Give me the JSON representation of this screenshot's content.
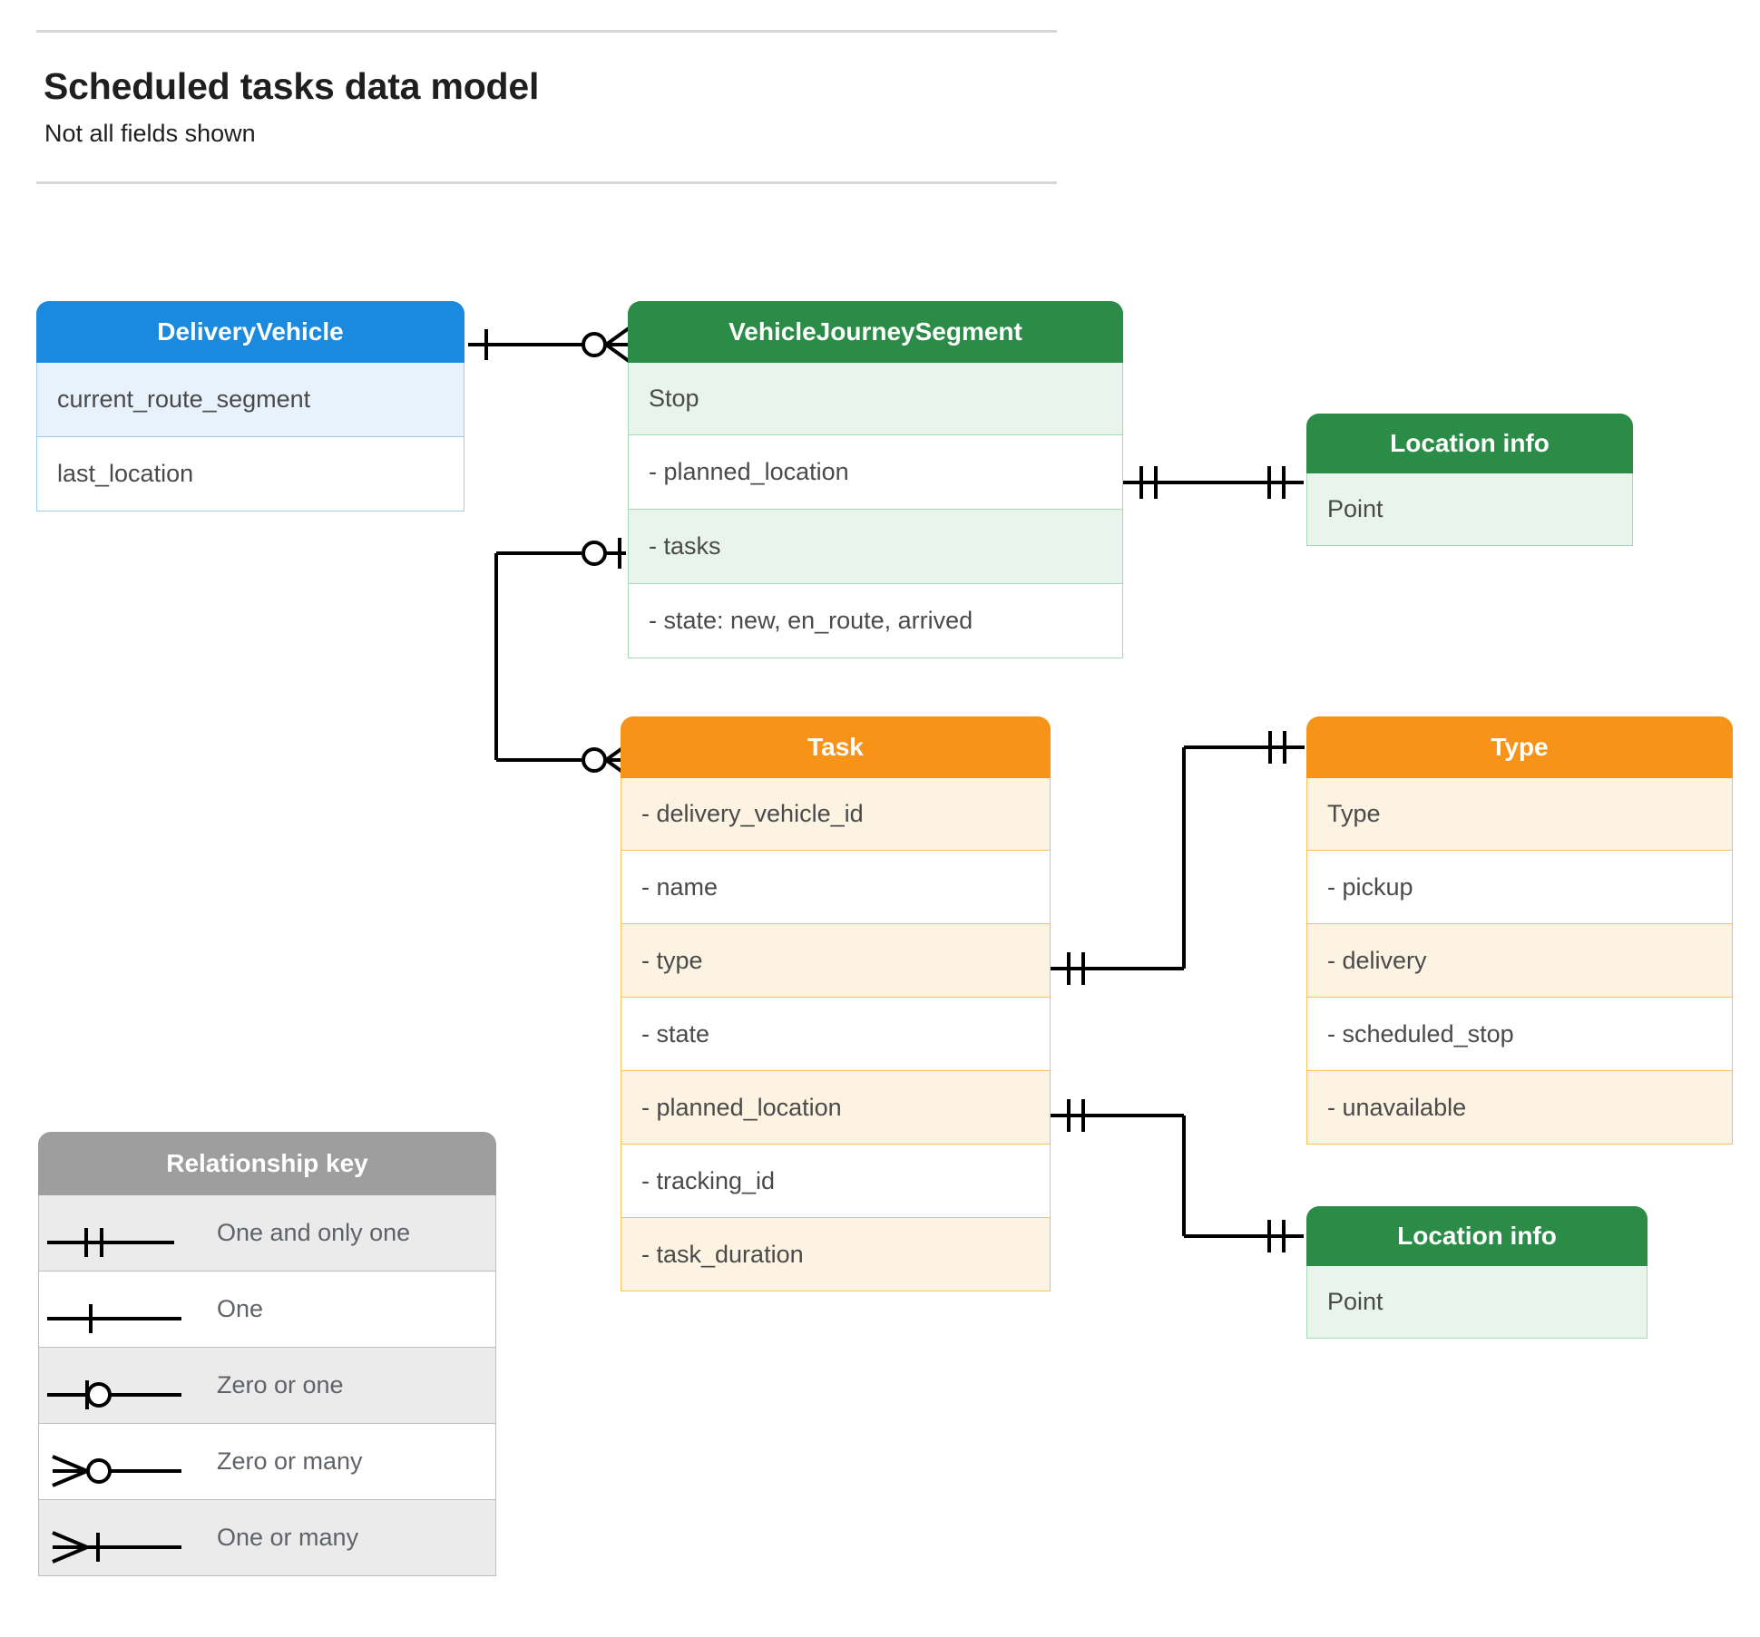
{
  "header": {
    "title": "Scheduled tasks data model",
    "subtitle": "Not all fields shown"
  },
  "entities": {
    "delivery_vehicle": {
      "title": "DeliveryVehicle",
      "color": "#1a8ade",
      "rows": [
        "current_route_segment",
        "last_location"
      ]
    },
    "vehicle_journey_segment": {
      "title": "VehicleJourneySegment",
      "color": "#2a8c47",
      "rows": [
        "Stop",
        "-  planned_location",
        "- tasks",
        "- state: new, en_route, arrived"
      ]
    },
    "location_info_top": {
      "title": "Location info",
      "color": "#2a8c47",
      "rows": [
        "Point"
      ]
    },
    "task": {
      "title": "Task",
      "color": "#f79319",
      "rows": [
        "- delivery_vehicle_id",
        "- name",
        "- type",
        "- state",
        "- planned_location",
        "- tracking_id",
        "- task_duration"
      ]
    },
    "type": {
      "title": "Type",
      "color": "#f79319",
      "rows": [
        "Type",
        "-   pickup",
        "-  delivery",
        "-  scheduled_stop",
        "-  unavailable"
      ]
    },
    "location_info_bottom": {
      "title": "Location info",
      "color": "#2a8c47",
      "rows": [
        "Point"
      ]
    }
  },
  "legend": {
    "title": "Relationship key",
    "items": [
      {
        "symbol": "one-and-only-one",
        "label": "One and only one"
      },
      {
        "symbol": "one",
        "label": "One"
      },
      {
        "symbol": "zero-or-one",
        "label": "Zero or one"
      },
      {
        "symbol": "zero-or-many",
        "label": "Zero or many"
      },
      {
        "symbol": "one-or-many",
        "label": "One or many"
      }
    ]
  },
  "relationships": [
    {
      "from": "DeliveryVehicle",
      "to": "VehicleJourneySegment",
      "from_card": "one",
      "to_card": "zero-or-many"
    },
    {
      "from": "VehicleJourneySegment.planned_location",
      "to": "Location info",
      "from_card": "one-and-only-one",
      "to_card": "one-and-only-one"
    },
    {
      "from": "VehicleJourneySegment.tasks",
      "to": "Task",
      "from_card": "zero-or-one",
      "to_card": "zero-or-many"
    },
    {
      "from": "Task.type",
      "to": "Type",
      "from_card": "one-and-only-one",
      "to_card": "one-and-only-one"
    },
    {
      "from": "Task.planned_location",
      "to": "Location info",
      "from_card": "one-and-only-one",
      "to_card": "one-and-only-one"
    }
  ]
}
